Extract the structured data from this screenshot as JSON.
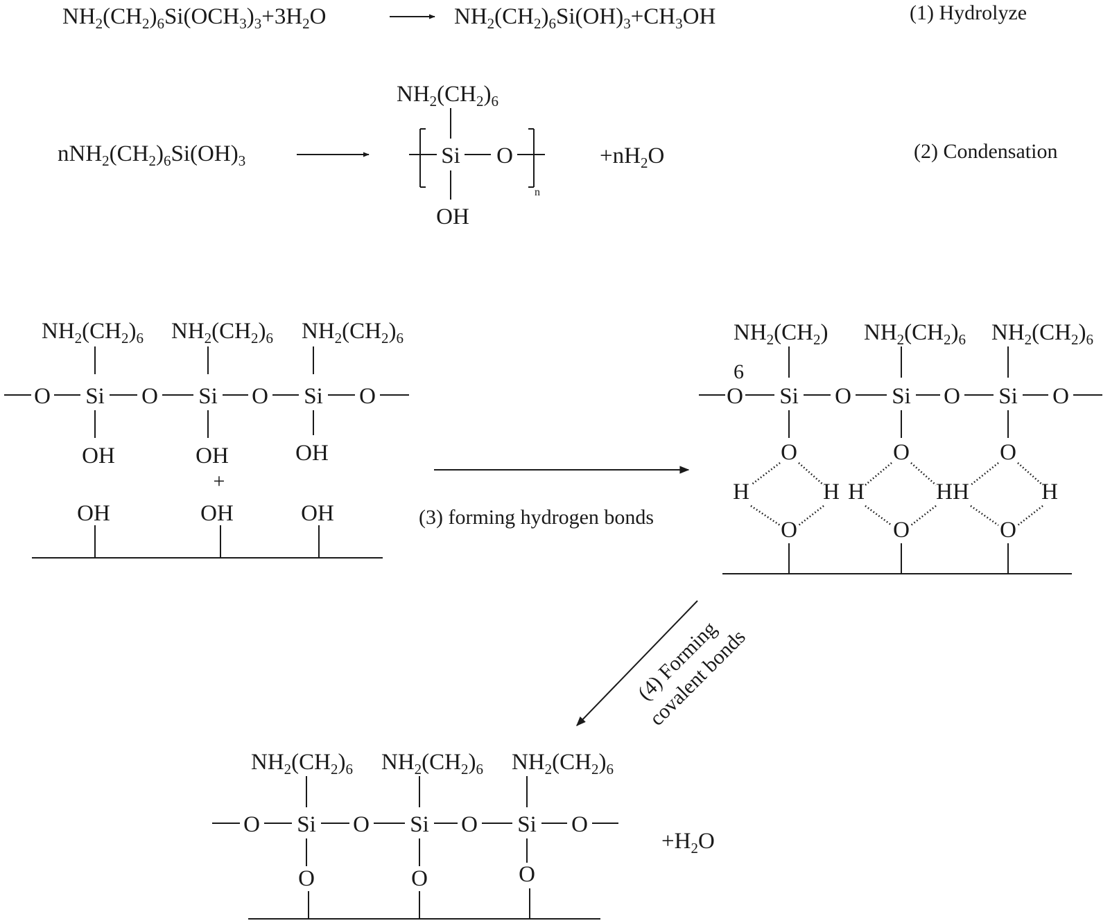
{
  "reaction1": {
    "reactant": {
      "a": "NH",
      "b": "2",
      "c": "(CH",
      "d": "2",
      "e": ")",
      "f": "6",
      "g": "Si(OCH",
      "h": "3",
      "i": ")",
      "j": "3",
      "k": "+3H",
      "l": "2",
      "m": "O"
    },
    "product": {
      "a": "NH",
      "b": "2",
      "c": "(CH",
      "d": "2",
      "e": ")",
      "f": "6",
      "g": "Si(OH)",
      "h": "3",
      "i": "+CH",
      "j": "3",
      "k": "OH"
    },
    "label": "(1) Hydrolyze"
  },
  "reaction2": {
    "reactant": {
      "a": "nNH",
      "b": "2",
      "c": "(CH",
      "d": "2",
      "e": ")",
      "f": "6",
      "g": "Si(OH)",
      "h": "3"
    },
    "chain": {
      "a": "NH",
      "b": "2",
      "c": "(CH",
      "d": "2",
      "e": ")",
      "f": "6"
    },
    "si": "Si",
    "o": "O",
    "oh": "OH",
    "n": "n",
    "water": {
      "a": "+nH",
      "b": "2",
      "c": "O"
    },
    "label": "(2) Condensation"
  },
  "common": {
    "nh2ch2_6": {
      "a": "NH",
      "b": "2",
      "c": "(CH",
      "d": "2",
      "e": ")",
      "f": "6"
    },
    "nh2ch2": {
      "a": "NH",
      "b": "2",
      "c": "(CH",
      "d": "2",
      "e": ")"
    },
    "six": "6",
    "si": "Si",
    "o": "O",
    "oh": "OH",
    "h": "H",
    "plus": "+"
  },
  "step3": {
    "label": "(3) forming hydrogen bonds"
  },
  "step4": {
    "line1": "(4) Forming",
    "line2": "covalent bonds"
  },
  "product_water": {
    "a": "+H",
    "b": "2",
    "c": "O"
  }
}
